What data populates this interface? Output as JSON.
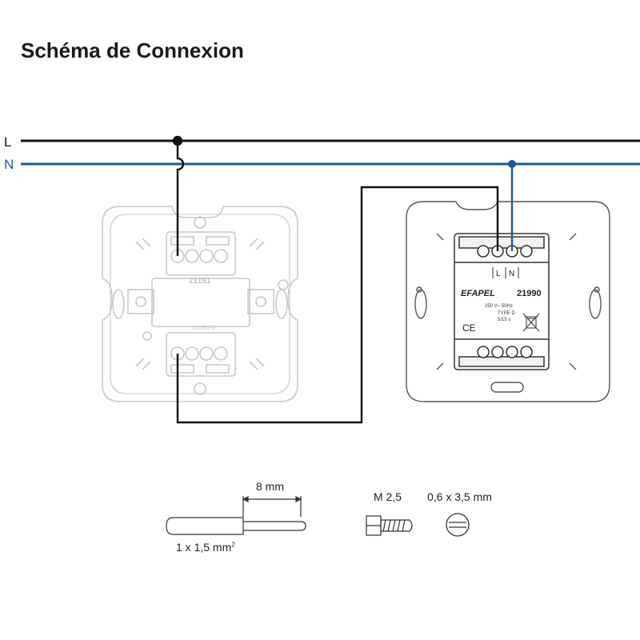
{
  "title": "Schéma de Connexion",
  "lines": {
    "l_label": "L",
    "n_label": "N"
  },
  "switch": {
    "ref": "21151",
    "rating": "10/250 ⅔"
  },
  "module": {
    "brand": "EFAPEL",
    "ref": "21990",
    "term_l": "L",
    "term_n": "N",
    "voltage": "250 V~  50Hz",
    "type": "TYPE D",
    "timing": "5/15 s",
    "ce": "CE"
  },
  "legend": {
    "strip_length": "8 mm",
    "wire_section": "1 x 1,5 mm",
    "wire_exp": "2",
    "screw": "M 2,5",
    "screwdriver": "0,6 x 3,5 mm"
  },
  "colors": {
    "line_l": "#111111",
    "line_n": "#1e5799",
    "outline": "#c8c8c8",
    "device": "#555555"
  },
  "icons": [
    "wire-strip-icon",
    "screw-icon",
    "flat-screwdriver-icon",
    "waste-bin-crossed-icon"
  ]
}
